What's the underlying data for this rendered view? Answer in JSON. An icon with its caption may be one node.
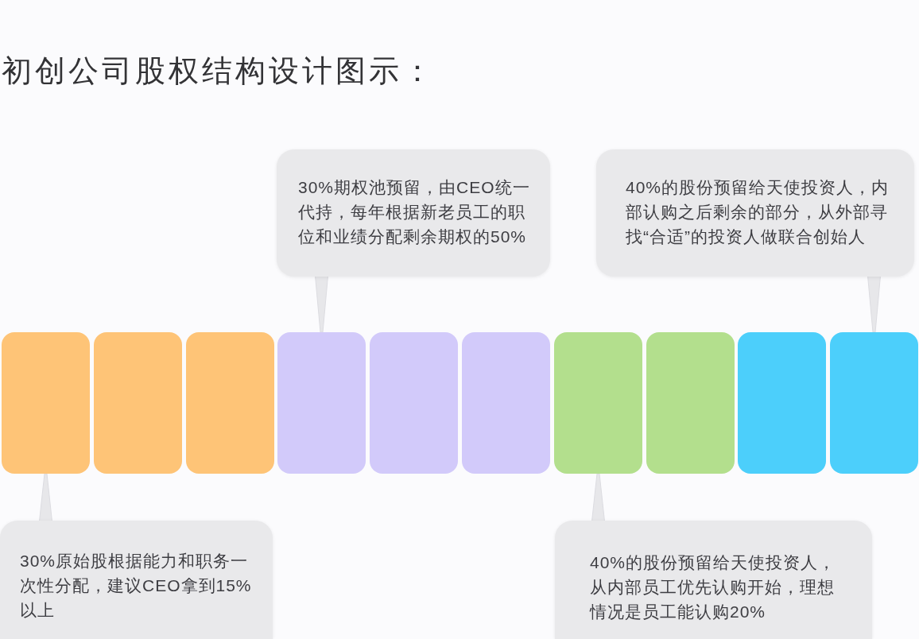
{
  "diagram": {
    "title": "初创公司股权结构设计图示：",
    "nodes": [
      {
        "text": [
          "30%期权池预留，由CEO统一代持，每年根据新老员工的职位和业绩分配剩余期权的50%"
        ]
      },
      {
        "text": [
          "40%的股份预留给天使投资人，内部认购之后剩余的部分，从外部寻找“合适”的投资人做联合创始人"
        ]
      },
      {
        "text": [],
        "shape": "box"
      },
      {
        "text": [],
        "shape": "box"
      },
      {
        "text": [],
        "shape": "box"
      },
      {
        "text": [],
        "shape": "box"
      },
      {
        "text": [],
        "shape": "box"
      },
      {
        "text": [],
        "shape": "box"
      },
      {
        "text": [],
        "shape": "box"
      },
      {
        "text": [],
        "shape": "box"
      },
      {
        "text": [],
        "shape": "box"
      },
      {
        "text": [],
        "shape": "box"
      },
      {
        "text": [
          "30%原始股根据能力和职务一次性分配，建议CEO拿到15%以上"
        ]
      },
      {
        "text": [
          "40%的股份预留给天使投资人，从内部员工优先认购开始，理想情况是员工能认购20%"
        ]
      }
    ],
    "edges": [
      {
        "from": 0,
        "to": 5,
        "arrow": "none"
      },
      {
        "from": 1,
        "to": 11,
        "arrow": "none"
      },
      {
        "from": 12,
        "to": 2,
        "arrow": "none"
      },
      {
        "from": 13,
        "to": 8,
        "arrow": "none"
      }
    ]
  }
}
